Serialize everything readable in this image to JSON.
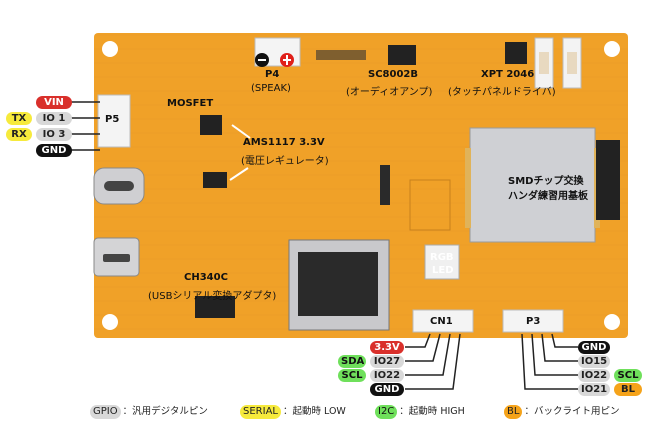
{
  "left_pins": [
    {
      "label": "VIN",
      "style": "red"
    },
    {
      "label": "TX",
      "style": "yellow",
      "pin": "IO 1"
    },
    {
      "label": "RX",
      "style": "yellow",
      "pin": "IO 3"
    },
    {
      "label": "GND",
      "style": "black"
    }
  ],
  "connector_p5": "P5",
  "board_labels": {
    "speaker": "P4",
    "speaker_sub": "(SPEAK)",
    "amp": "SC8002B",
    "amp_sub": "(オーディオアンプ)",
    "touch": "XPT 2046",
    "touch_sub": "(タッチパネルドライバ)",
    "mosfet": "MOSFET",
    "regulator": "AMS1117 3.3V",
    "regulator_sub": "(電圧レギュレータ)",
    "smd_line1": "SMDチップ交換",
    "smd_line2": "ハンダ練習用基板",
    "rgb_line1": "RGB",
    "rgb_line2": "LED",
    "usb_chip": "CH340C",
    "usb_chip_sub": "(USBシリアル変換アダプタ)",
    "cn1": "CN1",
    "p3": "P3"
  },
  "cn1_pins": [
    {
      "label": "3.3V",
      "style": "red"
    },
    {
      "label": "IO27",
      "style": "gray",
      "func": "SDA"
    },
    {
      "label": "IO22",
      "style": "gray",
      "func": "SCL"
    },
    {
      "label": "GND",
      "style": "black"
    }
  ],
  "p3_pins": [
    {
      "label": "GND",
      "style": "black"
    },
    {
      "label": "IO15",
      "style": "gray"
    },
    {
      "label": "IO22",
      "style": "gray",
      "func": "SCL",
      "func_style": "green"
    },
    {
      "label": "IO21",
      "style": "gray",
      "func": "BL",
      "func_style": "orange"
    }
  ],
  "legend": [
    {
      "tag": "GPIO",
      "style": "gray",
      "desc": "：汎用デジタルピン"
    },
    {
      "tag": "SERIAL",
      "style": "yellow",
      "desc": "：起動時 LOW"
    },
    {
      "tag": "I2C",
      "style": "green",
      "desc": "：起動時 HIGH"
    },
    {
      "tag": "BL",
      "style": "orange",
      "desc": "：バックライト用ピン"
    }
  ],
  "colors": {
    "pcb": "#f0a128",
    "pcb_dark": "#d9871a",
    "accent_red": "#d9302b",
    "accent_yellow": "#f6ea3c",
    "accent_green": "#6fe05b",
    "accent_orange": "#f5a31a"
  }
}
